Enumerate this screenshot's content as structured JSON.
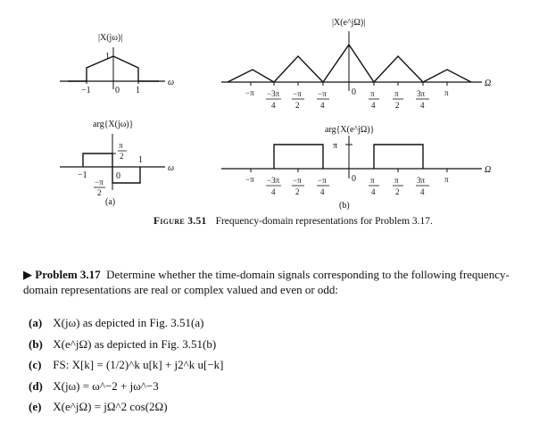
{
  "figure": {
    "panel_a_label": "(a)",
    "panel_b_label": "(b)",
    "a_mag": {
      "title": "|X(jω)|",
      "ticks": [
        "−1",
        "0",
        "1"
      ],
      "peak": "1",
      "axis": "ω"
    },
    "a_phase": {
      "title": "arg{X(jω)}",
      "pos_num": "π",
      "pos_den": "2",
      "neg_num": "−π",
      "neg_den": "2",
      "tick_neg": "−1",
      "tick_zero": "0",
      "tick_pos": "1",
      "axis": "ω"
    },
    "b_mag": {
      "title": "|X(e^jΩ)|",
      "axis": "Ω"
    },
    "b_phase": {
      "title": "arg{X(e^jΩ)}",
      "pi": "π",
      "axis": "Ω"
    },
    "b_ticks": {
      "neg_pi": "−π",
      "neg_3pi_num": "−3π",
      "neg_3pi_den": "4",
      "neg_pi2_num": "−π",
      "neg_pi2_den": "2",
      "neg_pi4_num": "−π",
      "neg_pi4_den": "4",
      "zero": "0",
      "pi4_num": "π",
      "pi4_den": "4",
      "pi2_num": "π",
      "pi2_den": "2",
      "p3pi4_num": "3π",
      "p3pi4_den": "4",
      "pos_pi": "π"
    }
  },
  "caption": {
    "label": "Figure 3.51",
    "text": "Frequency-domain representations for Problem 3.17."
  },
  "problem": {
    "marker": "▶",
    "name": "Problem 3.17",
    "text": "Determine whether the time-domain signals corresponding to the following frequency-domain representations are real or complex valued and even or odd:"
  },
  "parts": [
    {
      "label": "(a)",
      "text": "X(jω) as depicted in Fig. 3.51(a)"
    },
    {
      "label": "(b)",
      "text": "X(e^jΩ) as depicted in Fig. 3.51(b)"
    },
    {
      "label": "(c)",
      "text": "FS: X[k] = (1/2)^k u[k] + j2^k u[−k]"
    },
    {
      "label": "(d)",
      "text": "X(jω) = ω^−2 + jω^−3"
    },
    {
      "label": "(e)",
      "text": "X(e^jΩ) = jΩ^2 cos(2Ω)"
    }
  ]
}
